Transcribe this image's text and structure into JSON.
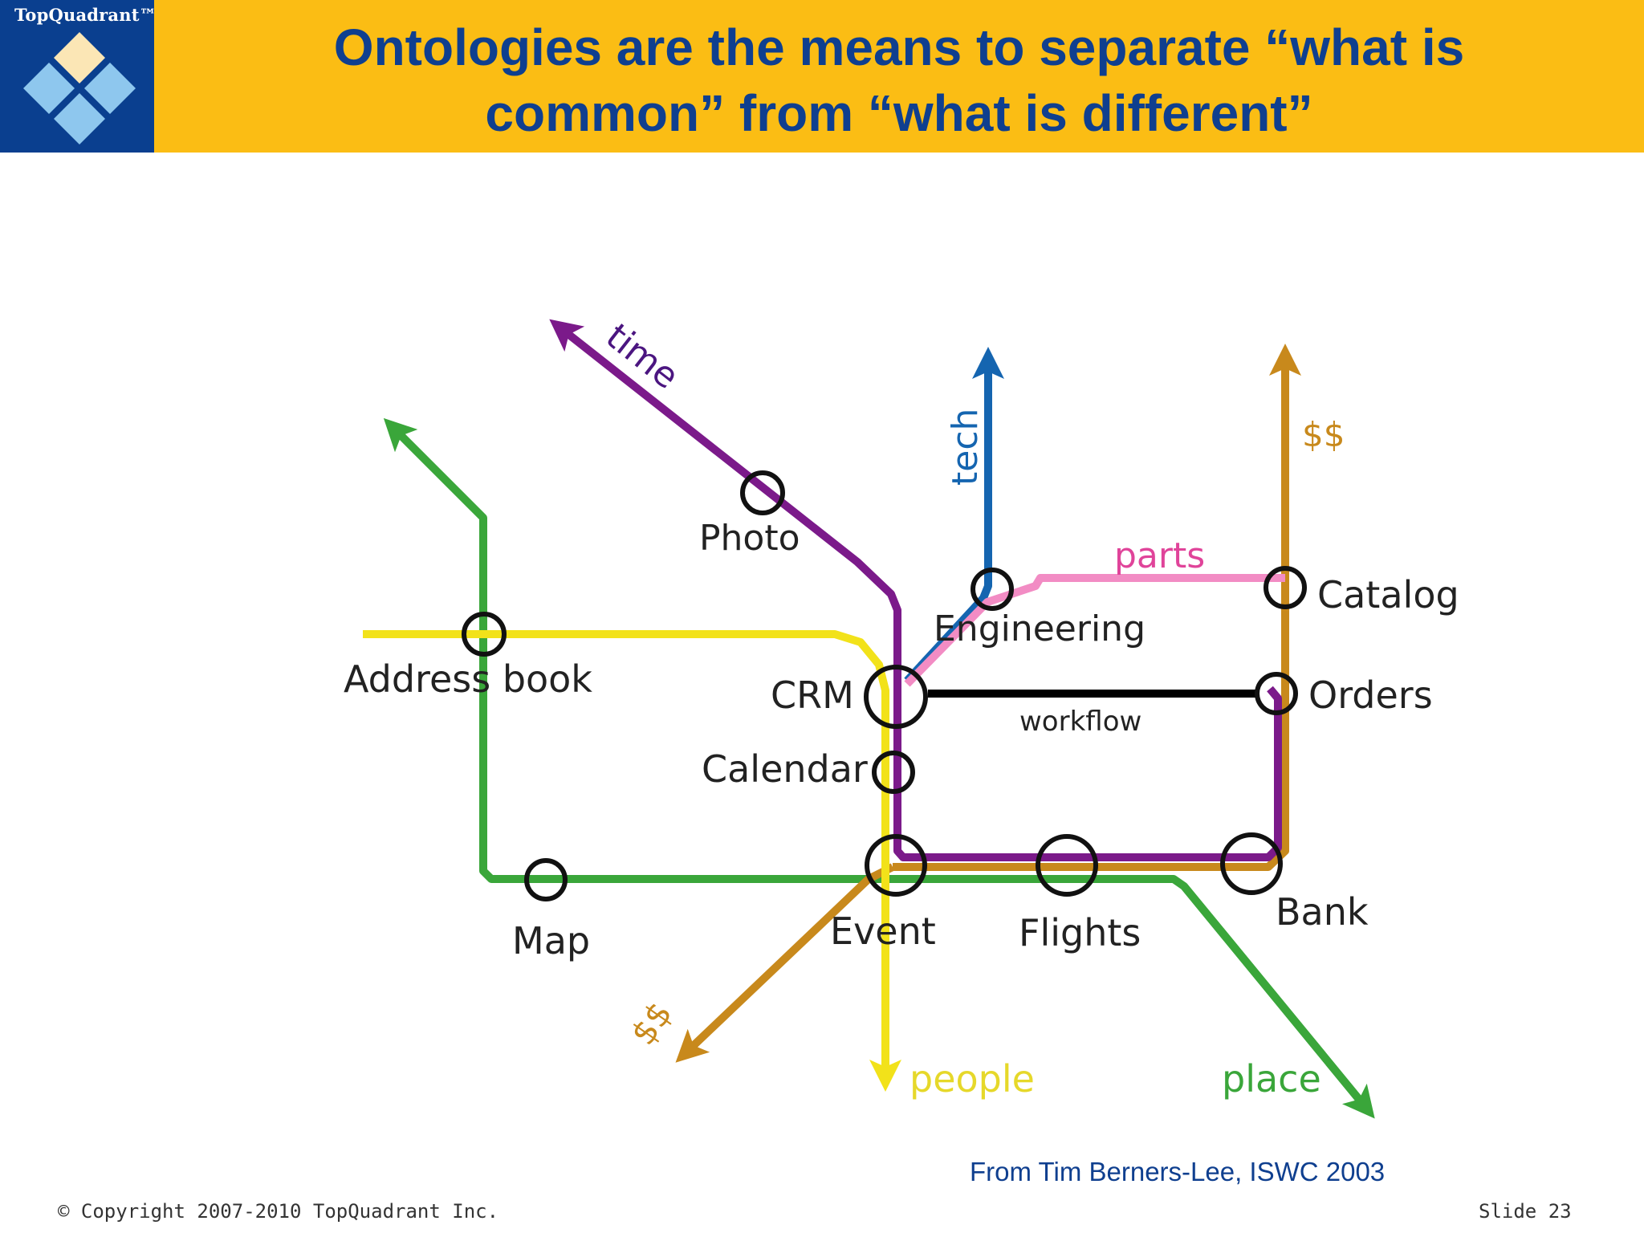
{
  "header": {
    "logo_text": "TopQuadrant™",
    "title_line1": "Ontologies are the means to separate “what is",
    "title_line2": "common” from “what is different”"
  },
  "diagram": {
    "line_labels": {
      "time": "time",
      "tech": "tech",
      "money_top": "$$",
      "parts": "parts",
      "workflow": "workflow",
      "money_bottom": "$$",
      "people": "people",
      "place": "place"
    },
    "stations": {
      "photo": "Photo",
      "engineering": "Engineering",
      "catalog": "Catalog",
      "address_book": "Address book",
      "crm": "CRM",
      "orders": "Orders",
      "calendar": "Calendar",
      "map": "Map",
      "event": "Event",
      "flights": "Flights",
      "bank": "Bank"
    },
    "colors": {
      "time": "#7b1a8a",
      "tech": "#1565b0",
      "money": "#c8891c",
      "parts": "#f28cc4",
      "workflow": "#000000",
      "people": "#f2e21a",
      "place": "#3aa63a"
    }
  },
  "footer": {
    "source": "From Tim Berners-Lee, ISWC 2003",
    "copyright": "© Copyright 2007-2010 TopQuadrant Inc.",
    "slide": "Slide 23"
  }
}
